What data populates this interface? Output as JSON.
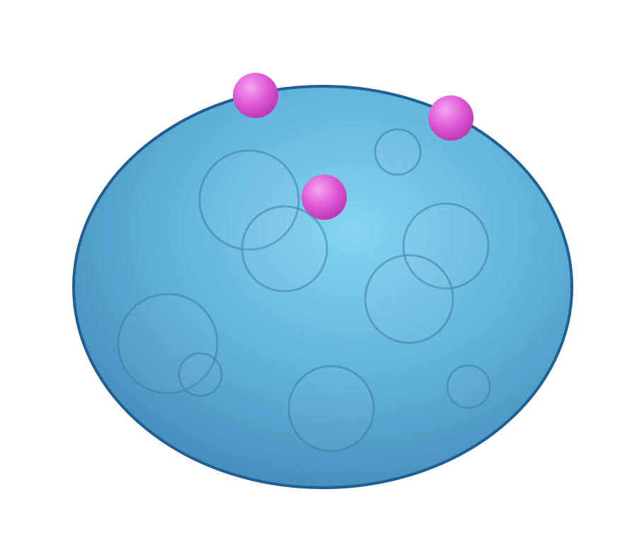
{
  "colors": {
    "background": "#ffffff",
    "body_light": "#86d4f2",
    "body_mid": "#5fb0d9",
    "body_dark": "#3f86b4",
    "outline": "#1f5f93",
    "inner_circle_stroke": "#3c7fa1",
    "particle_light": "#f4a6f0",
    "particle_mid": "#dc55d6",
    "particle_dark": "#b336ae"
  },
  "objects": {
    "cell_body": "large-blue-oval",
    "inner_circles": "translucent-rings",
    "surface_particles": "magenta-spheres"
  }
}
